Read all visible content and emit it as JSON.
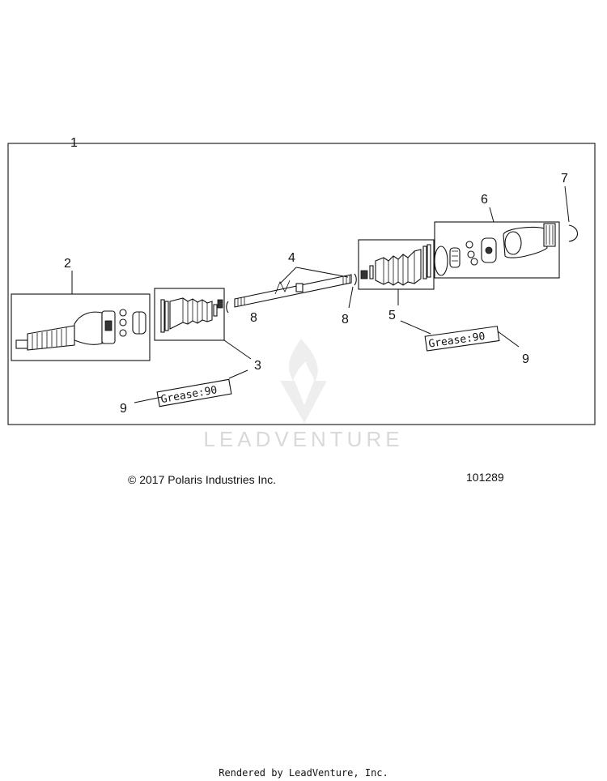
{
  "callouts": {
    "c1": "1",
    "c2": "2",
    "c3": "3",
    "c4": "4",
    "c5": "5",
    "c6": "6",
    "c7": "7",
    "c8a": "8",
    "c8b": "8",
    "c9a": "9",
    "c9b": "9"
  },
  "grease_labels": {
    "left": "Grease:90",
    "right": "Grease:90"
  },
  "watermark": {
    "brand": "LEADVENTURE"
  },
  "footer": {
    "copyright": "© 2017 Polaris Industries Inc.",
    "diagram_number": "101289",
    "rendered_by": "Rendered by LeadVenture, Inc."
  }
}
